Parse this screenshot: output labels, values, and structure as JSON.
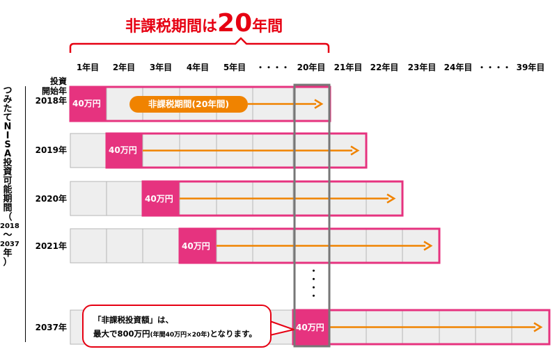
{
  "title": {
    "prefix": "非課税期間は",
    "number": "20",
    "suffix": "年間"
  },
  "columns": [
    "1年目",
    "2年目",
    "3年目",
    "4年目",
    "5年目",
    "・・・・",
    "20年目",
    "21年目",
    "22年目",
    "23年目",
    "24年目",
    "・・・・",
    "39年目"
  ],
  "rows": [
    {
      "label_lines": [
        "投資",
        "開始年",
        "2018年"
      ],
      "amount": "40万円",
      "start": 0
    },
    {
      "label_lines": [
        "2019年"
      ],
      "amount": "40万円",
      "start": 1
    },
    {
      "label_lines": [
        "2020年"
      ],
      "amount": "40万円",
      "start": 2
    },
    {
      "label_lines": [
        "2021年"
      ],
      "amount": "40万円",
      "start": 3
    },
    {
      "label_lines": [
        "2037年"
      ],
      "amount": "40万円",
      "start": 6
    }
  ],
  "period_pill": "非課税期間(20年間)",
  "vertical_label": [
    "つ",
    "み",
    "た",
    "て",
    "N",
    "I",
    "S",
    "A",
    "投",
    "資",
    "可",
    "能",
    "期",
    "間",
    "（",
    "2018",
    "〜",
    "2037",
    "年",
    "）"
  ],
  "vertical_dots": "・・・・",
  "callout": {
    "line1": "「非課税投資額」は、",
    "line2_main": "最大で800万円",
    "line2_small": "(年間40万円×20年)",
    "line2_end": "となります。"
  },
  "colors": {
    "pink": "#e6337f",
    "orange": "#f08300",
    "red": "#e60012",
    "cell": "#eeeeee",
    "grid": "#b5b5b5",
    "frame": "#777777"
  }
}
